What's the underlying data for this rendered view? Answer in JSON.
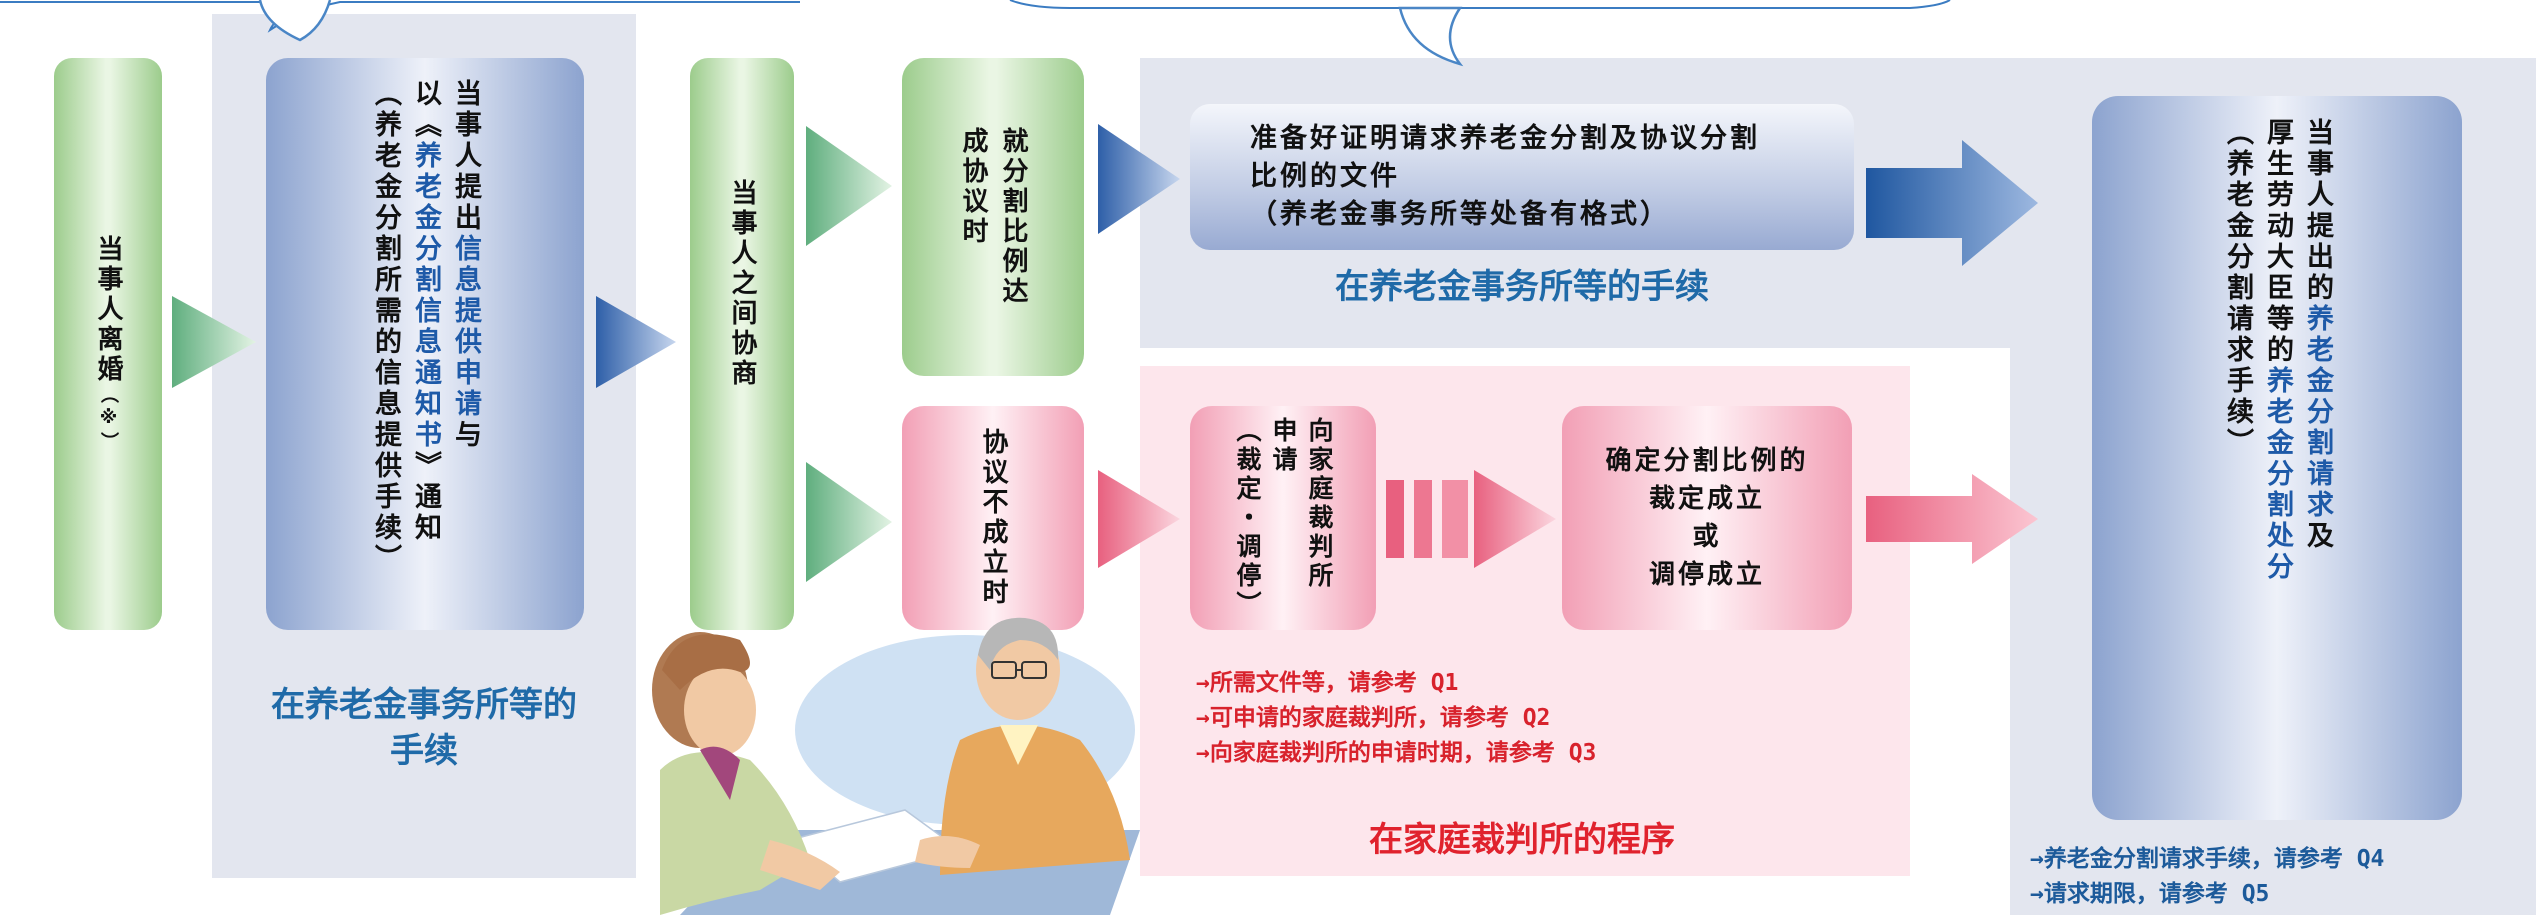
{
  "steps": {
    "divorce": {
      "text": "当事人离婚",
      "note": "（※）"
    },
    "info_request": {
      "line1_a": "当事人提出",
      "line1_b": "信息提供申请",
      "line1_c": "与",
      "line2_a": "以《",
      "line2_b": "养老金分割信息通知书",
      "line2_c": "》通知",
      "line3": "（养老金分割所需的信息提供手续）"
    },
    "negotiation": "当事人之间协商",
    "agreement_reached": {
      "line1": "就分割比例达",
      "line2": "成协议时"
    },
    "agreement_failed": "协议不成立时",
    "prepare_docs": {
      "line1": "准备好证明请求养老金分割及协议分割",
      "line2": "比例的文件",
      "line3": "（养老金事务所等处备有格式）"
    },
    "court_application": {
      "line1": "向家庭裁判所",
      "line2": "申请",
      "line3": "（裁定・调停）"
    },
    "ruling": {
      "line1": "确定分割比例的",
      "line2": "裁定成立",
      "line3": "或",
      "line4": "调停成立"
    },
    "final": {
      "line1_a": "当事人提出的",
      "line1_b": "养老金分割请求",
      "line1_c": "及",
      "line2_a": "厚生劳动大臣等的",
      "line2_b": "养老金分割处分",
      "line3": "（养老金分割请求手续）"
    }
  },
  "captions": {
    "pension_office_left": "在养老金事务所等的手续",
    "pension_office_top": "在养老金事务所等的手续",
    "family_court": "在家庭裁判所的程序"
  },
  "notes": {
    "court": [
      "→所需文件等，请参考 Q1",
      "→可申请的家庭裁判所，请参考 Q2",
      "→向家庭裁判所的申请时期，请参考 Q3"
    ],
    "final": [
      "→养老金分割请求手续，请参考 Q4",
      "→请求期限，请参考 Q5"
    ]
  },
  "colors": {
    "accent_blue": "#1e5aa8",
    "caption_blue": "#1f6aa8",
    "caption_red": "#e0222d",
    "panel_blue": "#e3e6ef",
    "panel_pink": "#fde6ec"
  }
}
